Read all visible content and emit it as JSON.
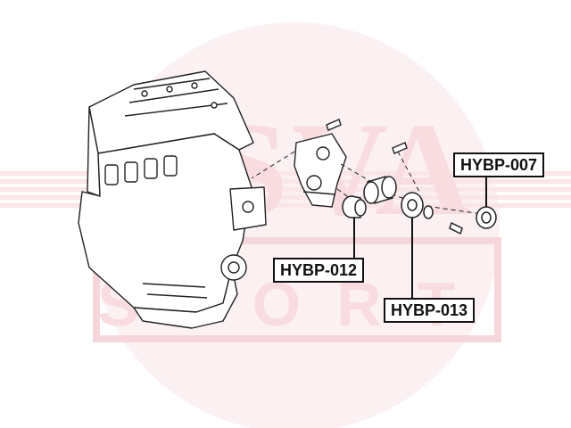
{
  "watermark": {
    "text": "ASVA",
    "subtext": "SPORT",
    "color": "#e8a0a8"
  },
  "parts": [
    {
      "label": "HYBP-007"
    },
    {
      "label": "HYBP-012"
    },
    {
      "label": "HYBP-013"
    }
  ],
  "colors": {
    "line": "#222222",
    "label_border": "#111111",
    "watermark": "#f3c9cd"
  }
}
